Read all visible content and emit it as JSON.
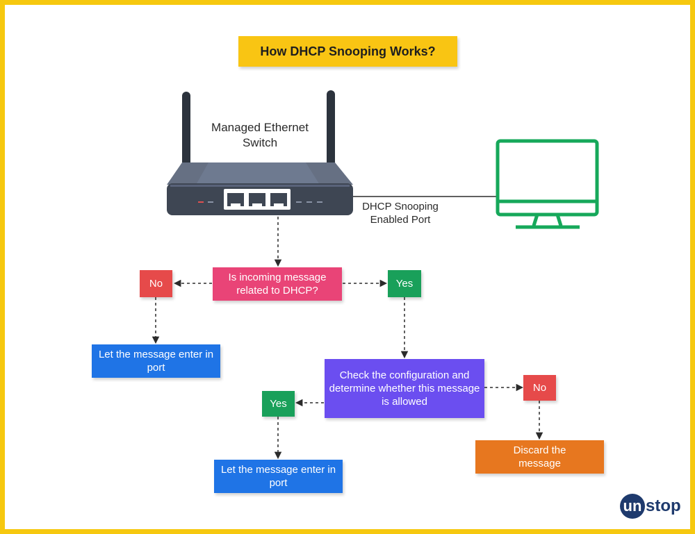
{
  "title": "How DHCP Snooping Works?",
  "switch_label": "Managed Ethernet Switch",
  "port_label": "DHCP Snooping Enabled Port",
  "decision_dhcp": "Is incoming message related to DHCP?",
  "no_left": "No",
  "yes_right": "Yes",
  "enter_port_left": "Let the message enter in port",
  "check_config": "Check the configuration and determine whether this message is allowed",
  "yes_left": "Yes",
  "no_right": "No",
  "enter_port_bottom": "Let the message enter in port",
  "discard": "Discard the message",
  "logo": {
    "circle": "un",
    "rest": "stop"
  },
  "colors": {
    "border": "#f6c80f",
    "title_bg": "#f9c513",
    "decision": "#e94477",
    "no": "#e64a4a",
    "yes": "#19a05a",
    "enter": "#1f74e6",
    "check": "#6b4ef0",
    "discard": "#e7771f",
    "monitor": "#16a85a",
    "switch_body": "#4a5566"
  },
  "icons": [
    "router-icon",
    "monitor-icon"
  ]
}
